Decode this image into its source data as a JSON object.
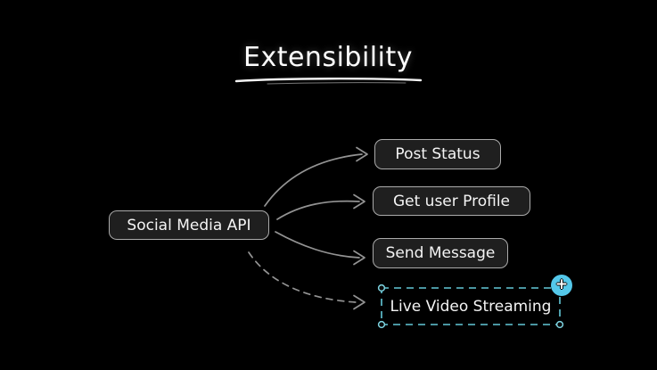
{
  "title": {
    "text": "Extensibility"
  },
  "diagram": {
    "source_node": {
      "label": "Social Media API"
    },
    "target_nodes": [
      {
        "label": "Post Status",
        "connector": "solid-arrow"
      },
      {
        "label": "Get user Profile",
        "connector": "solid-arrow"
      },
      {
        "label": "Send Message",
        "connector": "solid-arrow"
      },
      {
        "label": "Live Video Streaming",
        "connector": "dashed-arrow",
        "state": "selected-dashed-outline"
      }
    ],
    "add_button": {
      "glyph": "+"
    }
  },
  "colors": {
    "background": "#000000",
    "node_fill": "#1f1f1f",
    "node_border": "#ababab",
    "node_text": "#f4f4f4",
    "title_text": "#ffffff",
    "arrow_gray": "#939393",
    "selection_cyan": "#63c8d8",
    "handle_stroke": "#7dd3e0",
    "add_button_fill": "#54c8ea",
    "add_button_glyph": "#ffffff"
  }
}
